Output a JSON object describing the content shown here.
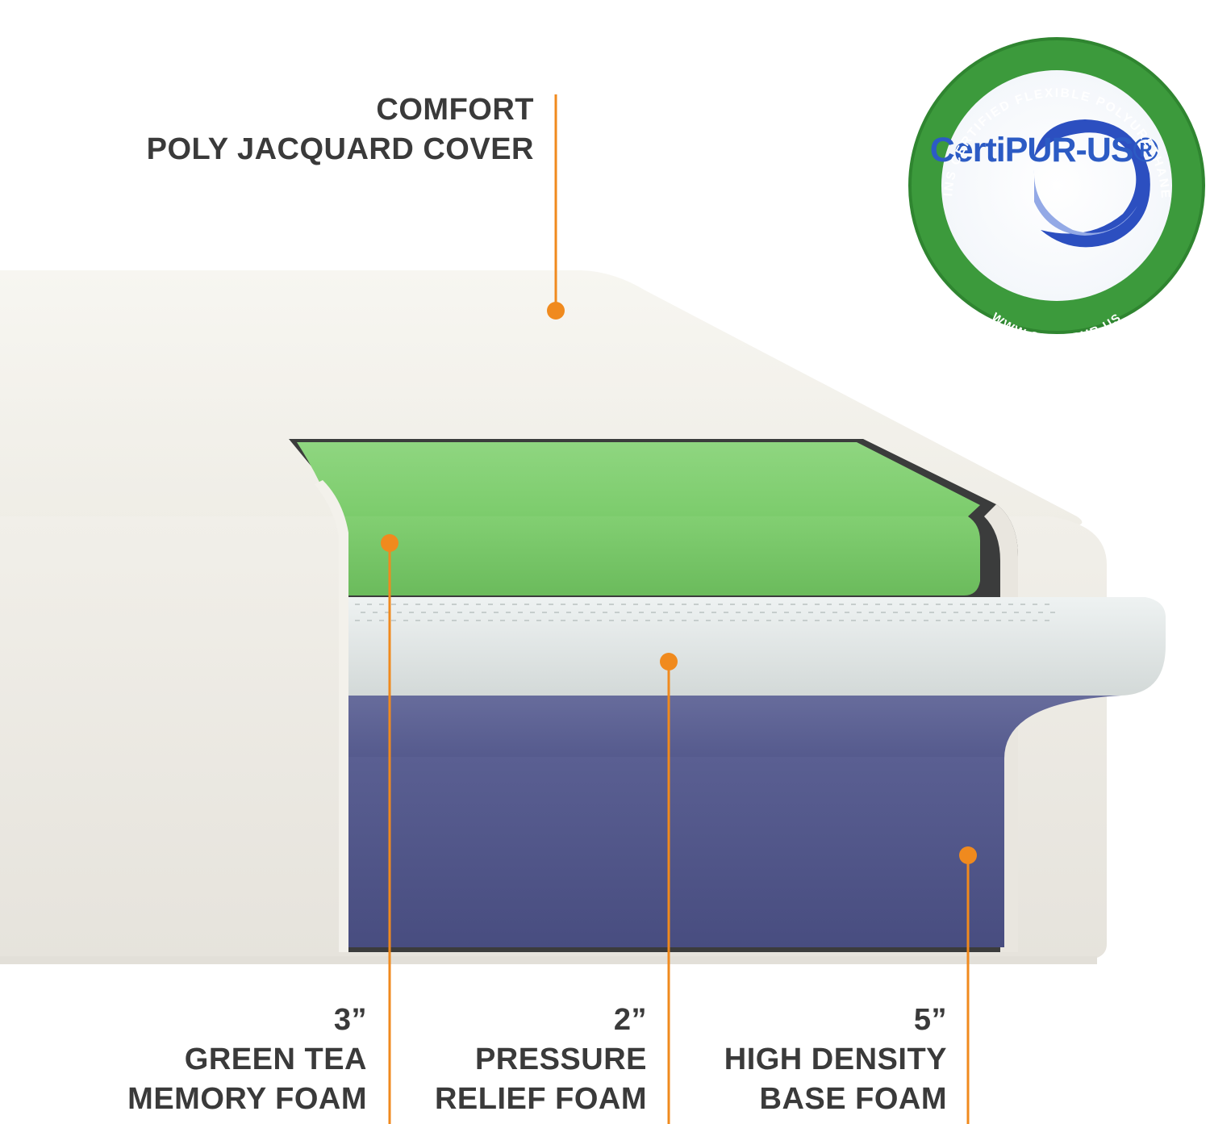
{
  "callouts": {
    "cover": {
      "line1": "COMFORT",
      "line2": "POLY JACQUARD COVER"
    },
    "green_tea": {
      "thickness": "3”",
      "line1": "GREEN TEA",
      "line2": "MEMORY FOAM"
    },
    "pressure": {
      "thickness": "2”",
      "line1": "PRESSURE",
      "line2": "RELIEF FOAM"
    },
    "base": {
      "thickness": "5”",
      "line1": "HIGH DENSITY",
      "line2": "BASE FOAM"
    }
  },
  "badge": {
    "logo_text": "CertiPUR-US®",
    "ring_top_text": "CONTAINS CERTIFIED FLEXIBLE POLYURETHANE FOAM",
    "ring_bottom_text": "WWW.CERTIPUR.US"
  },
  "colors": {
    "callout_accent": "#f08a1e",
    "green_layer": "#7fcc6e",
    "pressure_layer": "#dfe6e6",
    "base_layer": "#4e5488",
    "cover": "#f2f0ea",
    "badge_green": "#3c9a3c",
    "badge_blue": "#2c5bc4",
    "label_text": "#3a3a3a"
  }
}
